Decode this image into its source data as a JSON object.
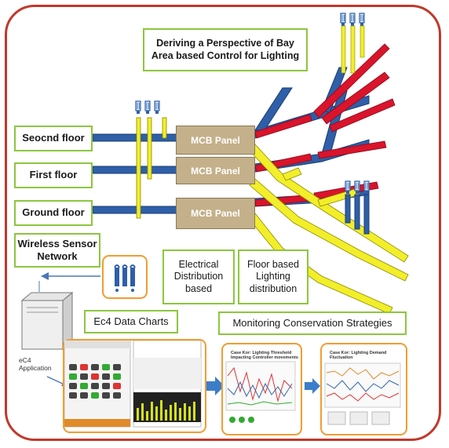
{
  "title": "Deriving a Perspective of Bay Area based Control for Lighting",
  "floors": {
    "second": "Seocnd floor",
    "first": "First floor",
    "ground": "Ground floor"
  },
  "panel_label": "MCB Panel",
  "wireless_sensor_network": "Wireless Sensor Network",
  "electrical_distribution": "Electrical Distribution based",
  "floor_lighting": "Floor based Lighting distribution",
  "ec4_data_charts": "Ec4 Data Charts",
  "monitoring": "Monitoring Conservation Strategies",
  "ec4_application": "eC4 Application",
  "thumb1_title": "Case Kor: Lighting Threshold Impacting Controller movements",
  "thumb2_title": "Case Kor: Lighting Demand Fluctuation",
  "colors": {
    "frame": "#c0392b",
    "green_border": "#8dc63f",
    "orange_border": "#f39c30",
    "blue_pipe": "#2e5fa8",
    "red_pipe": "#d9142b",
    "yellow_pipe": "#f2ee2a",
    "panel": "#c4b08a"
  }
}
